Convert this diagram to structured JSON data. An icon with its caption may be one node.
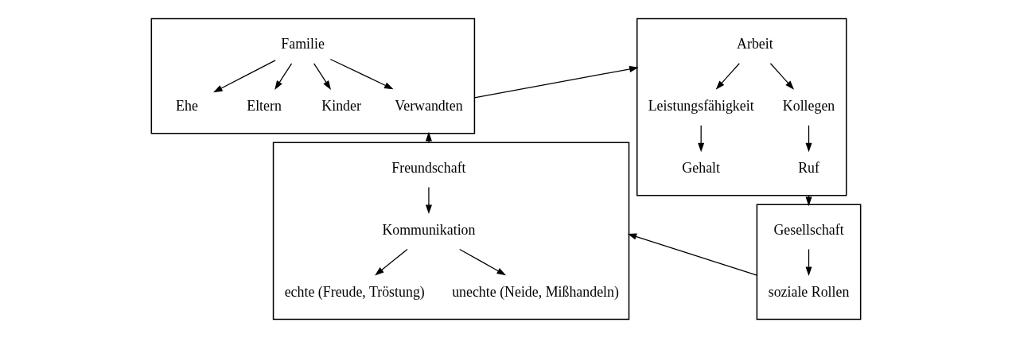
{
  "diagram": {
    "nodes": [
      {
        "text": [],
        "shape": "box"
      },
      {
        "text": [
          "Familie"
        ],
        "in": 0
      },
      {
        "text": [
          "Ehe"
        ],
        "in": 0
      },
      {
        "text": [
          "Eltern"
        ],
        "in": 0
      },
      {
        "text": [
          "Kinder"
        ],
        "in": 0
      },
      {
        "text": [
          "Verwandten"
        ],
        "in": 0
      },
      {
        "text": [],
        "shape": "box"
      },
      {
        "text": [
          "Arbeit"
        ],
        "in": 6
      },
      {
        "text": [
          "Leistungsfähigkeit"
        ],
        "in": 6
      },
      {
        "text": [
          "Kollegen"
        ],
        "in": 6
      },
      {
        "text": [
          "Gehalt"
        ],
        "in": 6
      },
      {
        "text": [
          "Ruf"
        ],
        "in": 6
      },
      {
        "text": [],
        "shape": "box"
      },
      {
        "text": [
          "Freundschaft"
        ],
        "in": 12
      },
      {
        "text": [
          "Kommunikation"
        ],
        "in": 12
      },
      {
        "text": [
          "echte (Freude, Tröstung)"
        ],
        "in": 12
      },
      {
        "text": [
          "unechte (Neide, Mißhandeln)"
        ],
        "in": 12
      },
      {
        "text": [],
        "shape": "box"
      },
      {
        "text": [
          "Gesellschaft"
        ],
        "in": 17
      },
      {
        "text": [
          "soziale Rollen"
        ],
        "in": 17
      }
    ],
    "edges": [
      {
        "from": 1,
        "to": 2,
        "arrow": "to"
      },
      {
        "from": 1,
        "to": 3,
        "arrow": "to"
      },
      {
        "from": 1,
        "to": 4,
        "arrow": "to"
      },
      {
        "from": 1,
        "to": 5,
        "arrow": "to"
      },
      {
        "from": 0,
        "to": 6,
        "arrow": "to"
      },
      {
        "from": 7,
        "to": 8,
        "arrow": "to"
      },
      {
        "from": 7,
        "to": 9,
        "arrow": "to"
      },
      {
        "from": 8,
        "to": 10,
        "arrow": "to"
      },
      {
        "from": 9,
        "to": 11,
        "arrow": "to"
      },
      {
        "from": 6,
        "to": 17,
        "arrow": "to"
      },
      {
        "from": 12,
        "to": 0,
        "arrow": "to"
      },
      {
        "from": 13,
        "to": 14,
        "arrow": "to"
      },
      {
        "from": 14,
        "to": 15,
        "arrow": "to"
      },
      {
        "from": 14,
        "to": 16,
        "arrow": "to"
      },
      {
        "from": 17,
        "to": 12,
        "arrow": "to"
      },
      {
        "from": 18,
        "to": 19,
        "arrow": "to"
      }
    ]
  }
}
